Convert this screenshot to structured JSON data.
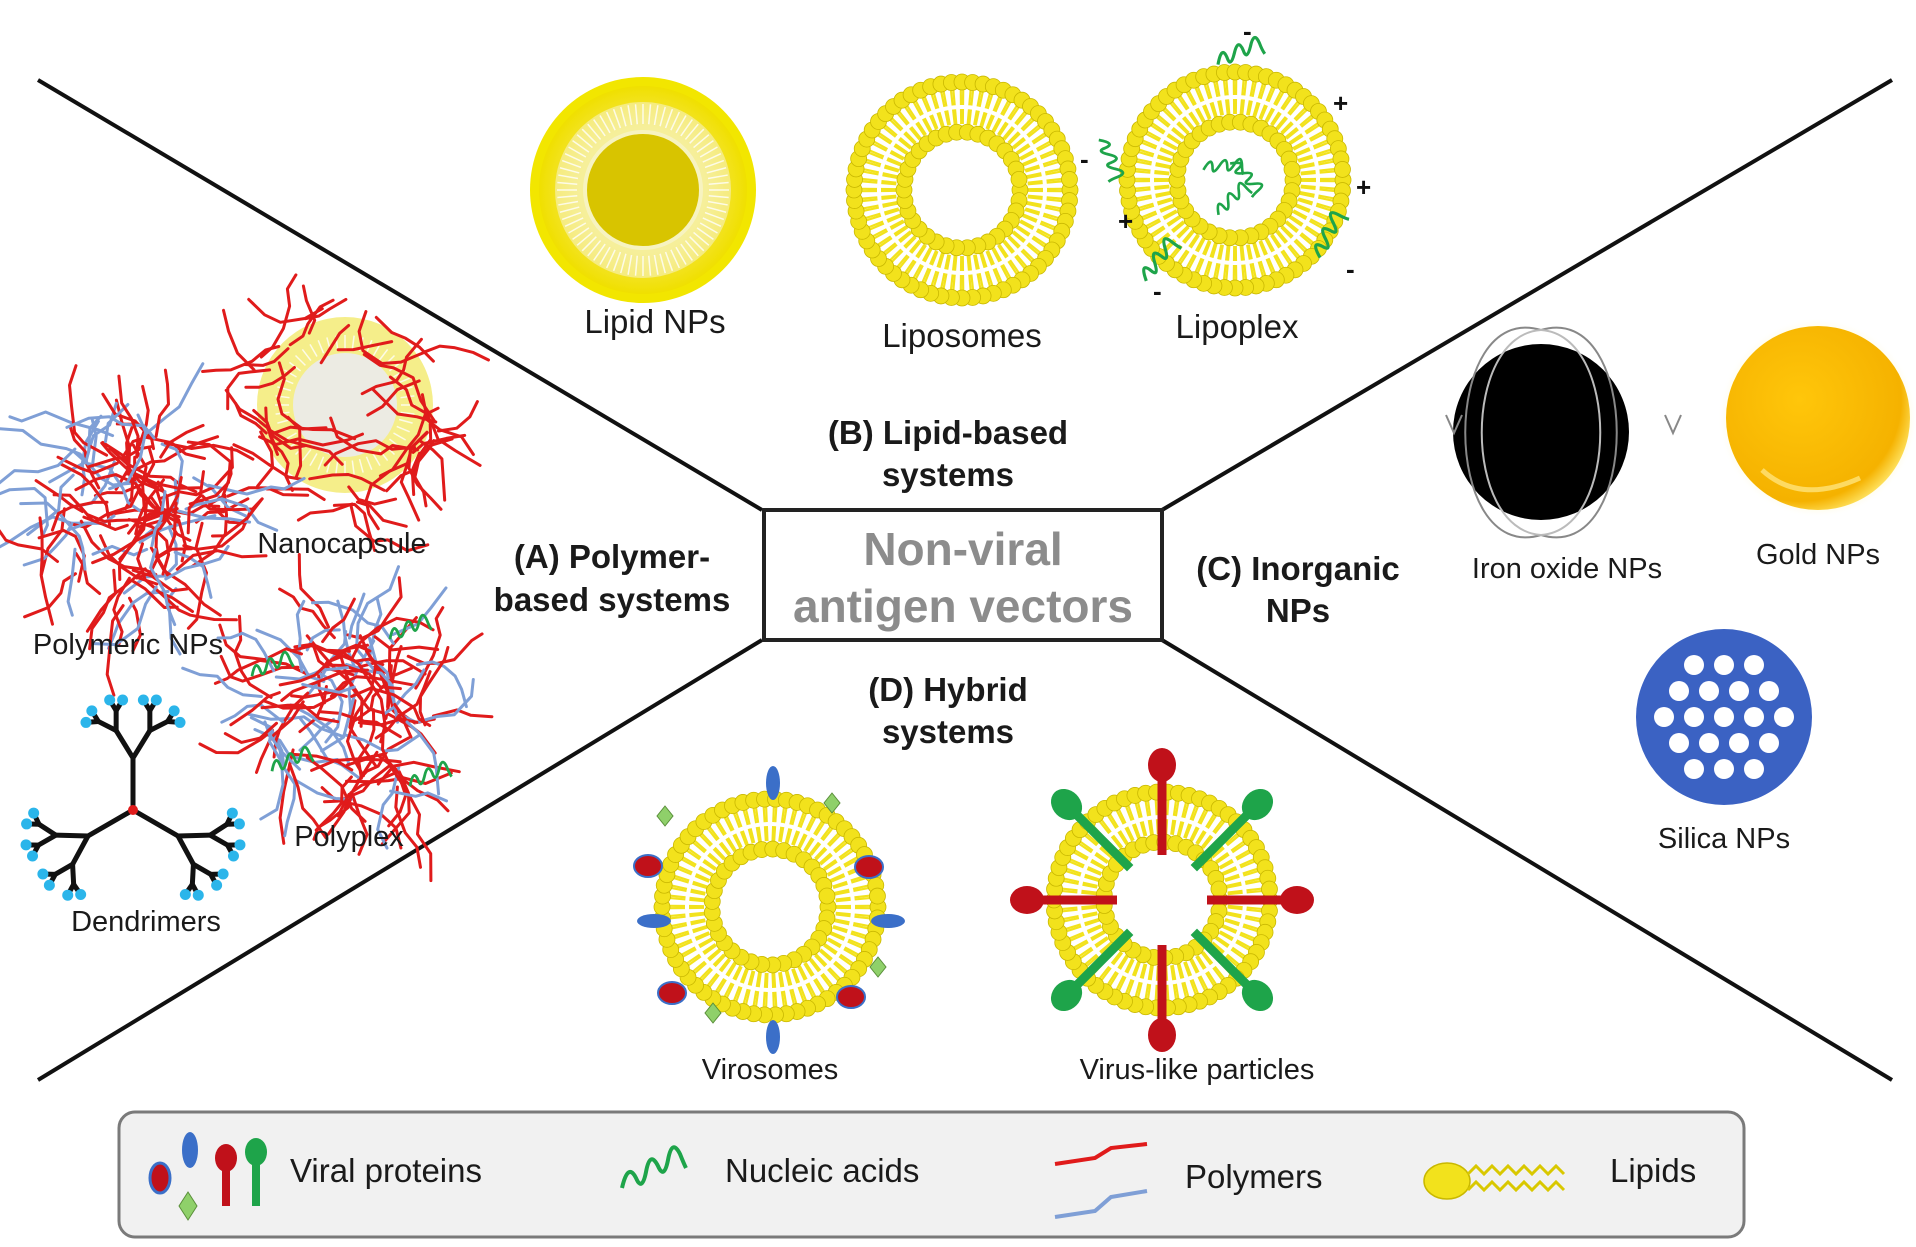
{
  "diagram": {
    "center_title": [
      "Non-viral",
      "antigen vectors"
    ],
    "sections": {
      "A": [
        "(A) Polymer-",
        "based systems"
      ],
      "B": [
        "(B) Lipid-based",
        "systems"
      ],
      "C": [
        "(C) Inorganic",
        "NPs"
      ],
      "D": [
        "(D) Hybrid",
        "systems"
      ]
    },
    "items": {
      "lipid_nps": "Lipid NPs",
      "liposomes": "Liposomes",
      "lipoplex": "Lipoplex",
      "nanocapsule": "Nanocapsule",
      "polymeric_nps": "Polymeric NPs",
      "polyplex": "Polyplex",
      "dendrimers": "Dendrimers",
      "iron_oxide_nps": "Iron oxide NPs",
      "gold_nps": "Gold NPs",
      "silica_nps": "Silica NPs",
      "virosomes": "Virosomes",
      "vlp": "Virus-like particles"
    },
    "charges": {
      "plus": "+",
      "minus": "-"
    }
  },
  "legend": {
    "viral_proteins": "Viral proteins",
    "nucleic_acids": "Nucleic acids",
    "polymers": "Polymers",
    "lipids": "Lipids"
  },
  "colors": {
    "lipid": "#f2e21c",
    "lipid_edge": "#c9b800",
    "polymer_red": "#e01b1b",
    "polymer_blue": "#7f9fd6",
    "nucleic": "#1ea44a",
    "protein_red": "#c0111a",
    "protein_blue": "#3b6fc8",
    "protein_green": "#8fd06a",
    "gold": "#f5b800",
    "silica": "#3b62c3",
    "dendrimer_tip": "#2bb5ea"
  }
}
